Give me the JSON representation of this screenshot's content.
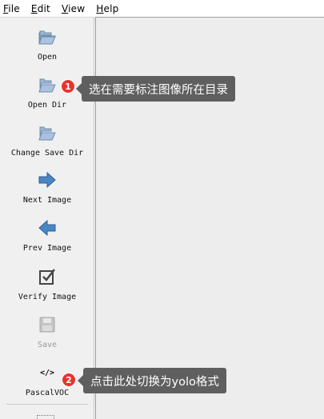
{
  "menu": [
    {
      "key": "F",
      "rest": "ile"
    },
    {
      "key": "E",
      "rest": "dit"
    },
    {
      "key": "V",
      "rest": "iew"
    },
    {
      "key": "H",
      "rest": "elp"
    }
  ],
  "toolbar": {
    "open": "Open",
    "open_dir": "Open Dir",
    "change_save_dir": "Change Save Dir",
    "next_image": "Next Image",
    "prev_image": "Prev Image",
    "verify_image": "Verify Image",
    "save": "Save",
    "format_icon_text": "</>",
    "format": "PascalVOC"
  },
  "annotations": [
    {
      "number": "1",
      "text": "选在需要标注图像所在目录"
    },
    {
      "number": "2",
      "text": "点击此处切换为yolo格式"
    }
  ],
  "colors": {
    "badge": "#e8332d",
    "callout": "#5f5f5f",
    "folder": "#9bb8d6",
    "arrow": "#3f79b8"
  },
  "icons": {
    "open": "folder-open-icon",
    "open_dir": "folder-open-icon",
    "change_save_dir": "folder-open-icon",
    "next_image": "arrow-right-icon",
    "prev_image": "arrow-left-icon",
    "verify_image": "checkbox-icon",
    "save": "floppy-disk-icon",
    "format": "code-brackets-icon"
  }
}
